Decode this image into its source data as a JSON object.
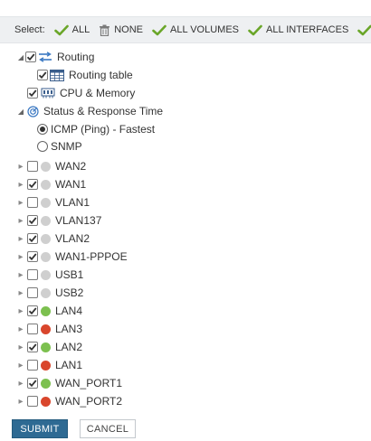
{
  "toolbar": {
    "label": "Select:",
    "items": [
      {
        "label": "ALL",
        "icon": "check-icon"
      },
      {
        "label": "NONE",
        "icon": "trash-icon"
      },
      {
        "label": "ALL VOLUMES",
        "icon": "check-icon"
      },
      {
        "label": "ALL INTERFACES",
        "icon": "check-icon"
      }
    ]
  },
  "tree": {
    "routing": {
      "label": "Routing",
      "checked": true,
      "icon": "routing-icon"
    },
    "routing_table": {
      "label": "Routing table",
      "checked": true,
      "icon": "table-icon"
    },
    "cpu_memory": {
      "label": "CPU & Memory",
      "checked": true,
      "icon": "cpu-icon"
    },
    "status": {
      "label": "Status & Response Time",
      "icon": "status-icon"
    },
    "icmp": {
      "label": "ICMP (Ping) - Fastest",
      "selected": true
    },
    "snmp": {
      "label": "SNMP",
      "selected": false
    }
  },
  "interfaces": [
    {
      "name": "WAN2",
      "checked": false,
      "status": "grey"
    },
    {
      "name": "WAN1",
      "checked": true,
      "status": "grey"
    },
    {
      "name": "VLAN1",
      "checked": false,
      "status": "grey"
    },
    {
      "name": "VLAN137",
      "checked": true,
      "status": "grey"
    },
    {
      "name": "VLAN2",
      "checked": true,
      "status": "grey"
    },
    {
      "name": "WAN1-PPPOE",
      "checked": true,
      "status": "grey"
    },
    {
      "name": "USB1",
      "checked": false,
      "status": "grey"
    },
    {
      "name": "USB2",
      "checked": false,
      "status": "grey"
    },
    {
      "name": "LAN4",
      "checked": true,
      "status": "green"
    },
    {
      "name": "LAN3",
      "checked": false,
      "status": "red"
    },
    {
      "name": "LAN2",
      "checked": true,
      "status": "green"
    },
    {
      "name": "LAN1",
      "checked": false,
      "status": "red"
    },
    {
      "name": "WAN_PORT1",
      "checked": true,
      "status": "green"
    },
    {
      "name": "WAN_PORT2",
      "checked": false,
      "status": "red"
    }
  ],
  "status_colors": {
    "grey": "#cfcfcf",
    "green": "#7cc04f",
    "red": "#d9462c"
  },
  "buttons": {
    "submit": "SUBMIT",
    "cancel": "CANCEL"
  }
}
